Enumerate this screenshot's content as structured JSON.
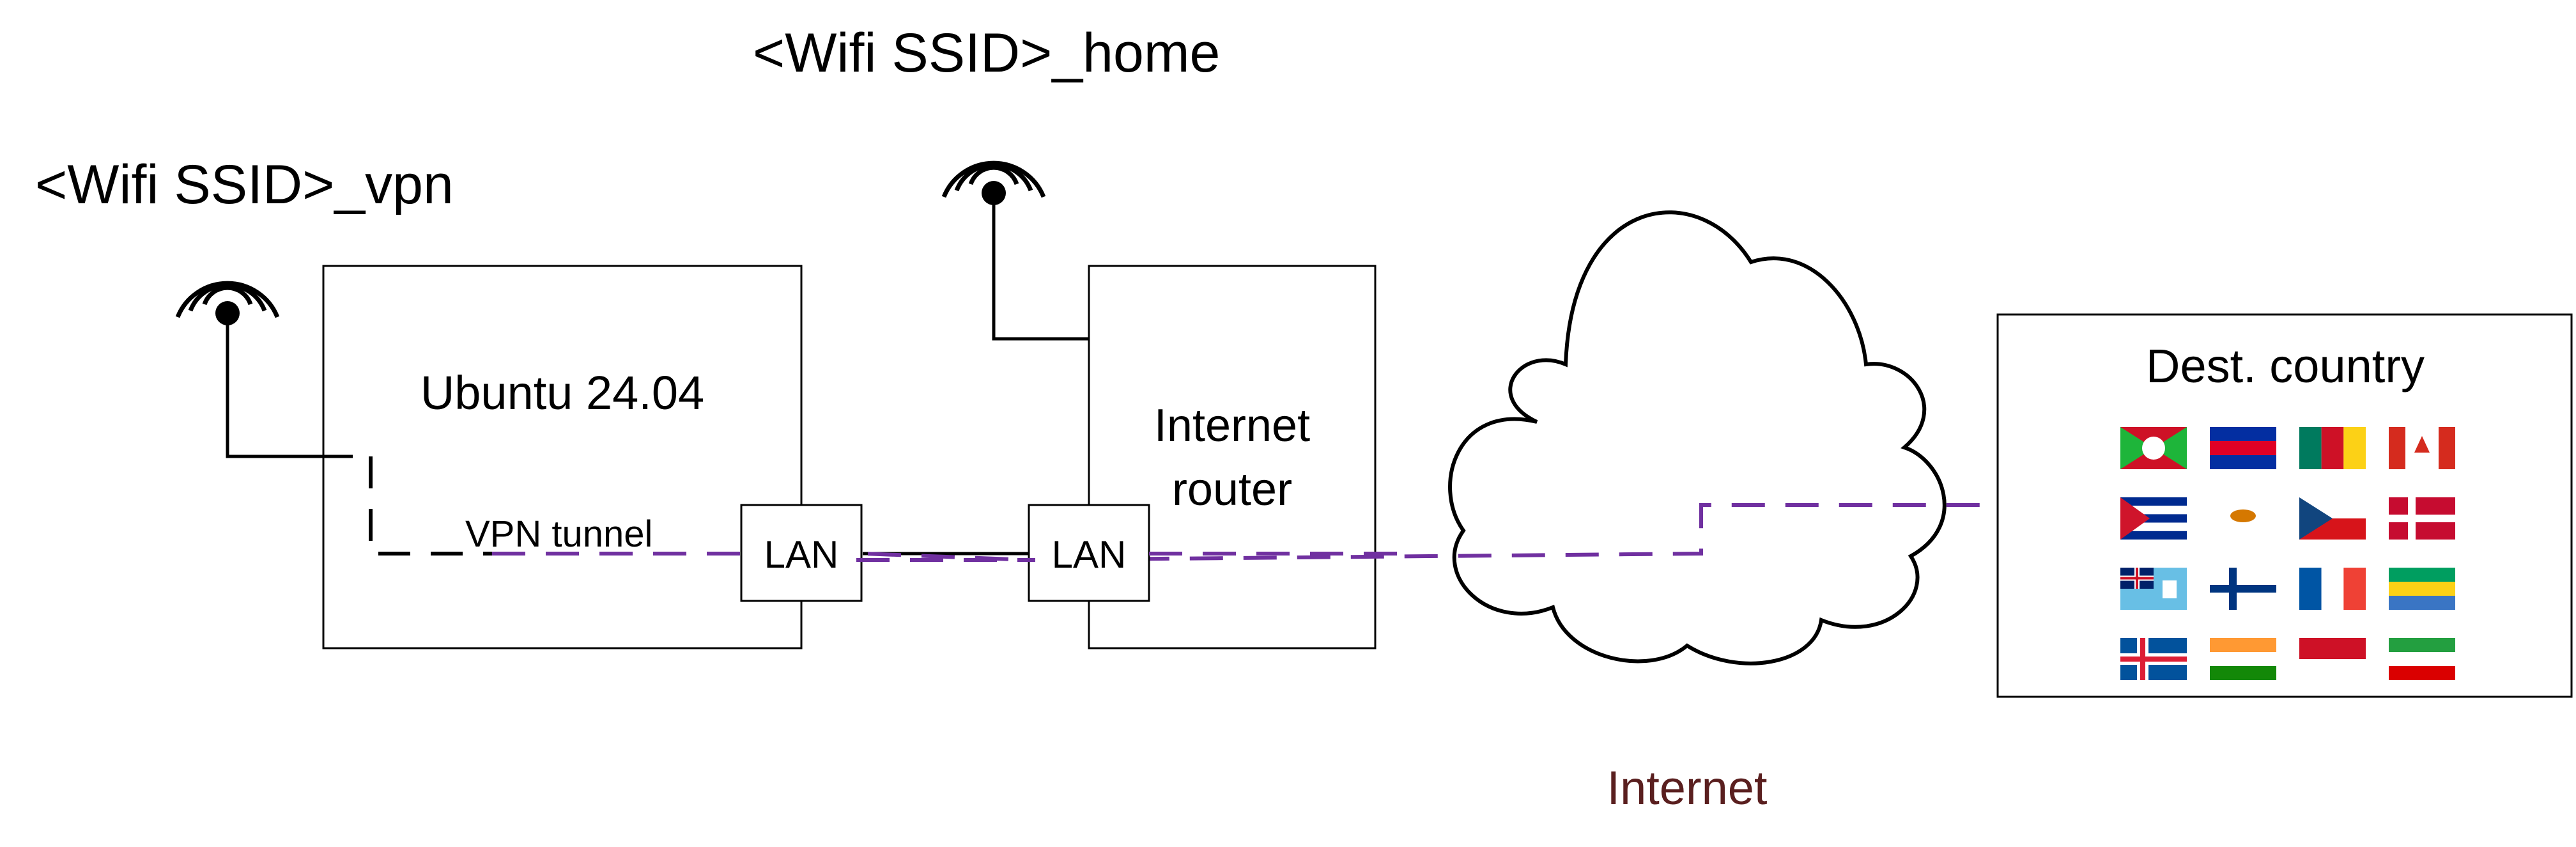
{
  "labels": {
    "ssid_vpn": "<Wifi SSID>_vpn",
    "ssid_home": "<Wifi SSID>_home",
    "ubuntu": "Ubuntu 24.04",
    "vpn_tunnel": "VPN tunnel",
    "lan": "LAN",
    "router_line1": "Internet",
    "router_line2": "router",
    "internet": "Internet",
    "dest_country": "Dest. country"
  },
  "colors": {
    "vpn_line": "#7030a0",
    "lan_line": "#000000",
    "internet_label": "#5a1f1f"
  },
  "flags": [
    {
      "name": "Burundi",
      "type": "burundi",
      "colors": [
        "#ce1126",
        "#1eb53a",
        "#ffffff"
      ]
    },
    {
      "name": "Cambodia",
      "type": "hstripes",
      "colors": [
        "#032ea1",
        "#e00025",
        "#032ea1"
      ]
    },
    {
      "name": "Cameroon",
      "type": "vstripes",
      "colors": [
        "#007a5e",
        "#ce1126",
        "#fcd116"
      ]
    },
    {
      "name": "Canada",
      "type": "canada",
      "colors": [
        "#d52b1e",
        "#ffffff",
        "#d52b1e"
      ]
    },
    {
      "name": "Cuba",
      "type": "cuba",
      "colors": [
        "#002a8f",
        "#ffffff",
        "#cf142b"
      ]
    },
    {
      "name": "Cyprus",
      "type": "cyprus",
      "colors": [
        "#ffffff",
        "#d57800",
        "#4e5b31"
      ]
    },
    {
      "name": "Czech Republic",
      "type": "czech",
      "colors": [
        "#ffffff",
        "#d7141a",
        "#11457e"
      ]
    },
    {
      "name": "Denmark",
      "type": "cross",
      "colors": [
        "#c60c30",
        "#ffffff"
      ]
    },
    {
      "name": "Fiji",
      "type": "fiji",
      "colors": [
        "#68bfe5",
        "#012169",
        "#ce1126"
      ]
    },
    {
      "name": "Finland",
      "type": "cross",
      "colors": [
        "#ffffff",
        "#003580"
      ]
    },
    {
      "name": "France",
      "type": "vstripes",
      "colors": [
        "#0055a4",
        "#ffffff",
        "#ef4135"
      ]
    },
    {
      "name": "Gabon",
      "type": "hstripes",
      "colors": [
        "#009e60",
        "#fcd116",
        "#3a75c4"
      ]
    },
    {
      "name": "Iceland",
      "type": "cross2",
      "colors": [
        "#02529c",
        "#ffffff",
        "#dc1e35"
      ]
    },
    {
      "name": "India",
      "type": "hstripes",
      "colors": [
        "#ff9933",
        "#ffffff",
        "#138808"
      ]
    },
    {
      "name": "Indonesia",
      "type": "hstripes2",
      "colors": [
        "#ce1126",
        "#ffffff"
      ]
    },
    {
      "name": "Iran",
      "type": "hstripes",
      "colors": [
        "#239f40",
        "#ffffff",
        "#da0000"
      ]
    }
  ]
}
